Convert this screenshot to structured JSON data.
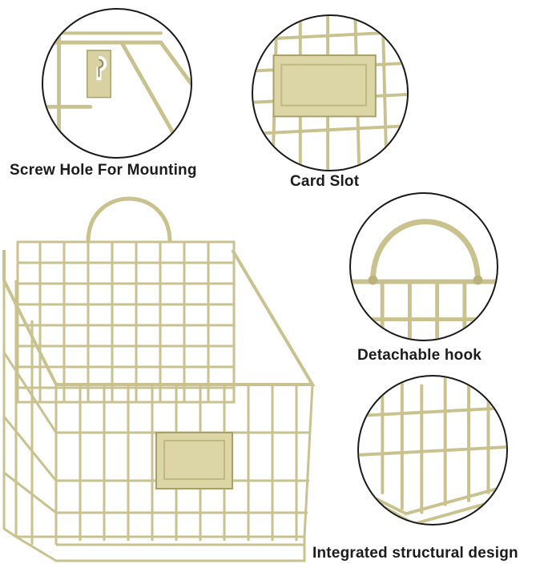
{
  "features": [
    {
      "label": "Screw Hole For Mounting",
      "icon": "screw-hole-closeup"
    },
    {
      "label": "Card Slot",
      "icon": "card-slot-closeup"
    },
    {
      "label": "Detachable hook",
      "icon": "hook-closeup"
    },
    {
      "label": "Integrated structural design",
      "icon": "structure-closeup"
    }
  ],
  "colors": {
    "wire": "#c9c28f",
    "wire_dark": "#a8a06a",
    "plate": "#d8d2a2",
    "outline": "#1a1a1a"
  }
}
